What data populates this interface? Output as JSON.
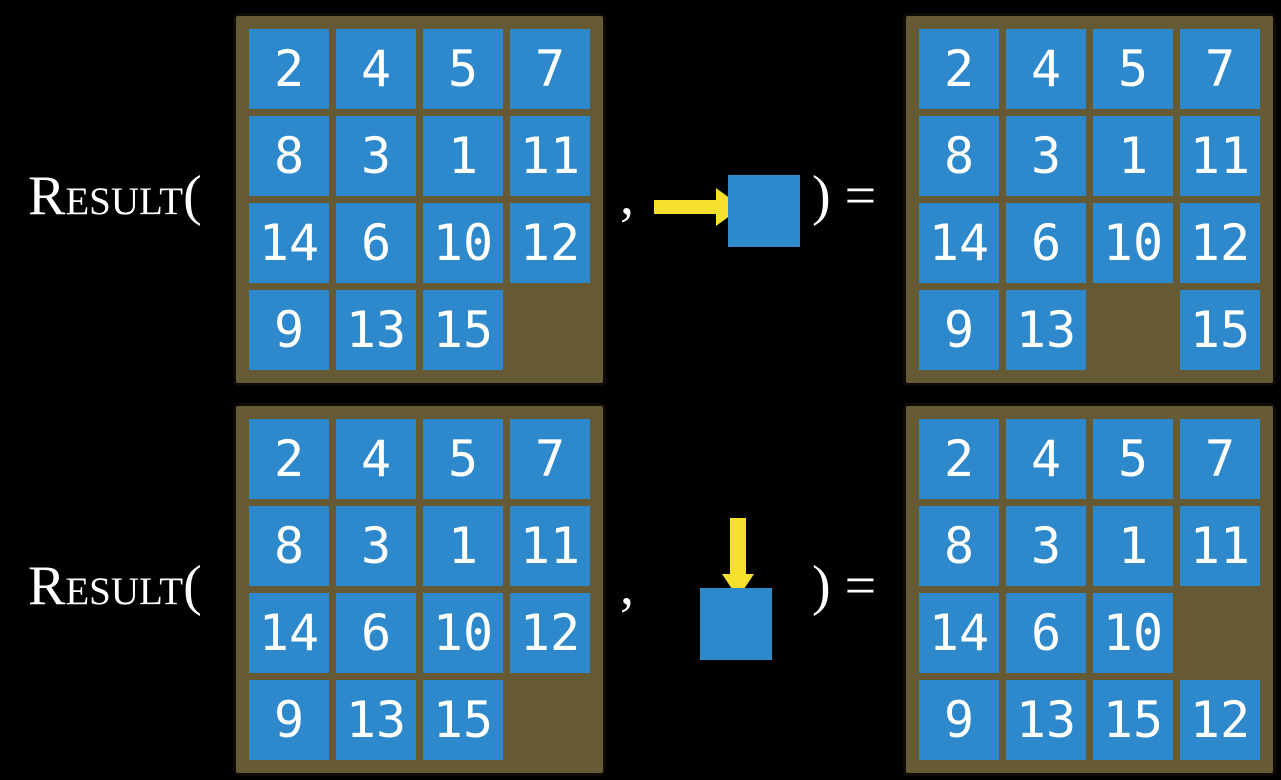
{
  "colors": {
    "background": "#000000",
    "board_background": "#655A34",
    "board_border": "#0E0B06",
    "tile_blue": "#2D89CB",
    "arrow_yellow": "#F5E02E",
    "text_white": "#FFFFFF"
  },
  "equation": {
    "function_label": "Result(",
    "comma": ",",
    "close_paren_equals": ") ="
  },
  "examples": [
    {
      "id": "slide-right",
      "action": "slide-tile-right",
      "action_icon": "right-arrow-into-tile",
      "input_grid": [
        [
          "2",
          "4",
          "5",
          "7"
        ],
        [
          "8",
          "3",
          "1",
          "11"
        ],
        [
          "14",
          "6",
          "10",
          "12"
        ],
        [
          "9",
          "13",
          "15",
          ""
        ]
      ],
      "output_grid": [
        [
          "2",
          "4",
          "5",
          "7"
        ],
        [
          "8",
          "3",
          "1",
          "11"
        ],
        [
          "14",
          "6",
          "10",
          "12"
        ],
        [
          "9",
          "13",
          "",
          "15"
        ]
      ]
    },
    {
      "id": "slide-down",
      "action": "slide-tile-down",
      "action_icon": "down-arrow-into-tile",
      "input_grid": [
        [
          "2",
          "4",
          "5",
          "7"
        ],
        [
          "8",
          "3",
          "1",
          "11"
        ],
        [
          "14",
          "6",
          "10",
          "12"
        ],
        [
          "9",
          "13",
          "15",
          ""
        ]
      ],
      "output_grid": [
        [
          "2",
          "4",
          "5",
          "7"
        ],
        [
          "8",
          "3",
          "1",
          "11"
        ],
        [
          "14",
          "6",
          "10",
          ""
        ],
        [
          "9",
          "13",
          "15",
          "12"
        ]
      ]
    }
  ]
}
